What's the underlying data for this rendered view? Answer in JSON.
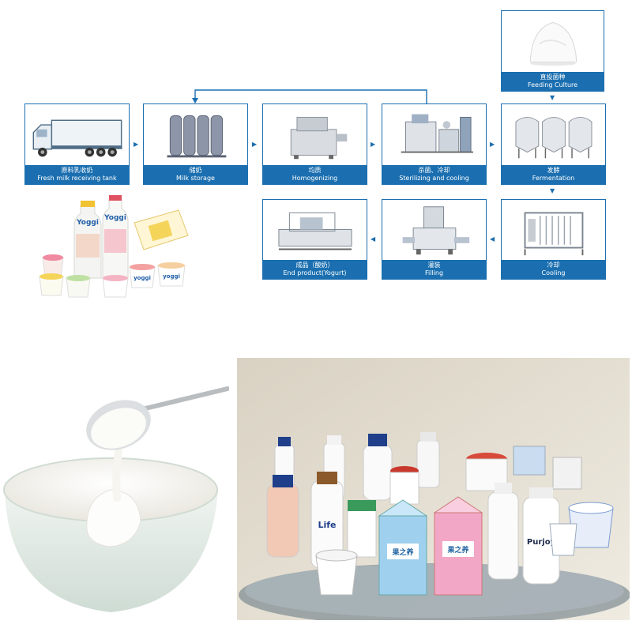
{
  "steps": [
    {
      "id": "feeding-culture",
      "label_cn": "直投菌种",
      "label_en": "Feeding Culture",
      "icon": "culture-powder-icon"
    },
    {
      "id": "receiving-tank",
      "label_cn": "原料乳收奶",
      "label_en": "Fresh milk receiving tank",
      "icon": "milk-truck-icon"
    },
    {
      "id": "milk-storage",
      "label_cn": "储奶",
      "label_en": "Milk storage",
      "icon": "storage-tanks-icon"
    },
    {
      "id": "homogenizing",
      "label_cn": "均质",
      "label_en": "Homogenizing",
      "icon": "homogenizer-icon"
    },
    {
      "id": "sterilizing",
      "label_cn": "杀菌、冷却",
      "label_en": "Sterilizing and cooling",
      "icon": "sterilizer-icon"
    },
    {
      "id": "fermentation",
      "label_cn": "发酵",
      "label_en": "Fermentation",
      "icon": "fermentation-tanks-icon"
    },
    {
      "id": "cooling",
      "label_cn": "冷却",
      "label_en": "Cooling",
      "icon": "plate-cooler-icon"
    },
    {
      "id": "filling",
      "label_cn": "灌装",
      "label_en": "Filling",
      "icon": "filling-machine-icon"
    },
    {
      "id": "end-product",
      "label_cn": "成品（酸奶）",
      "label_en": "End product(Yogurt)",
      "icon": "packaging-line-icon"
    }
  ],
  "arrows": {
    "right": "▶",
    "left": "◀",
    "down": "▼"
  },
  "product_group": {
    "brand": "Yoggi",
    "cup_brand": "yoggi"
  },
  "bottles": {
    "life": "Life",
    "purjoy": "Purjoy",
    "carton_brand": "果之养"
  },
  "colors": {
    "primary_blue": "#1b6fb0",
    "yogurt_white": "#f6f5ef"
  }
}
